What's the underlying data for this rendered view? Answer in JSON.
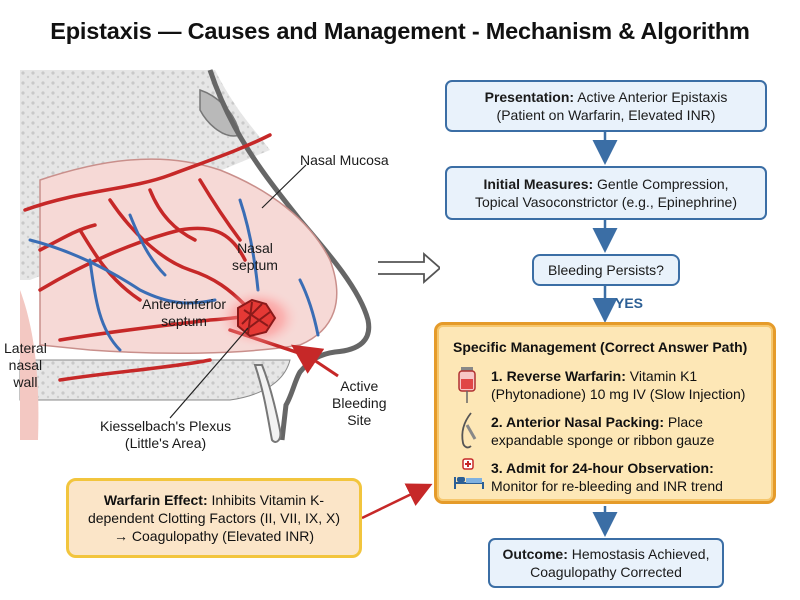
{
  "title": "Epistaxis — Causes and Management - Mechanism & Algorithm",
  "anatomy": {
    "nasal_mucosa": "Nasal Mucosa",
    "nasal_septum": [
      "Nasal",
      "septum"
    ],
    "anteroinferior_septum": [
      "Anteroinferior",
      "septum"
    ],
    "lateral_nasal_wall": [
      "Lateral",
      "nasal",
      "wall"
    ],
    "kiesselbach": [
      "Kiesselbach's Plexus",
      "(Little's Area)"
    ],
    "active_bleeding_site": [
      "Active",
      "Bleeding",
      "Site"
    ]
  },
  "flow": {
    "presentation": {
      "bold": "Presentation:",
      "text": " Active Anterior Epistaxis",
      "line2": "(Patient on Warfarin, Elevated INR)"
    },
    "initial": {
      "bold": "Initial Measures:",
      "text": " Gentle Compression,",
      "line2": "Topical Vasoconstrictor (e.g., Epinephrine)"
    },
    "persists": "Bleeding Persists?",
    "yes": "YES",
    "management": {
      "title": "Specific Management (Correct Answer Path)",
      "steps": [
        {
          "bold": "1. Reverse Warfarin:",
          "text": " Vitamin K1",
          "line2": "(Phytonadione) 10 mg IV (Slow Injection)",
          "icon": "iv-bag-icon"
        },
        {
          "bold": "2. Anterior Nasal Packing:",
          "text": " Place",
          "line2": "expandable sponge or ribbon gauze",
          "icon": "nasal-packing-icon"
        },
        {
          "bold": "3. Admit for 24-hour Observation:",
          "text": "",
          "line2": "Monitor for re-bleeding and INR trend",
          "icon": "hospital-bed-icon"
        }
      ]
    },
    "outcome": {
      "bold": "Outcome:",
      "text": " Hemostasis Achieved,",
      "line2": "Coagulopathy Corrected"
    }
  },
  "warfarin": {
    "bold": "Warfarin Effect:",
    "text": " Inhibits Vitamin K-",
    "line2": "dependent Clotting Factors (II, VII, IX, X)",
    "line3": "→ Coagulopathy (Elevated INR)"
  },
  "colors": {
    "flow_border": "#3b6ea5",
    "flow_fill": "#e9f2fb",
    "management_border": "#e59b2a",
    "management_fill": "#fde7b6",
    "artery": "#c62828",
    "vein": "#3a6db5",
    "bleed": "#e53935"
  }
}
